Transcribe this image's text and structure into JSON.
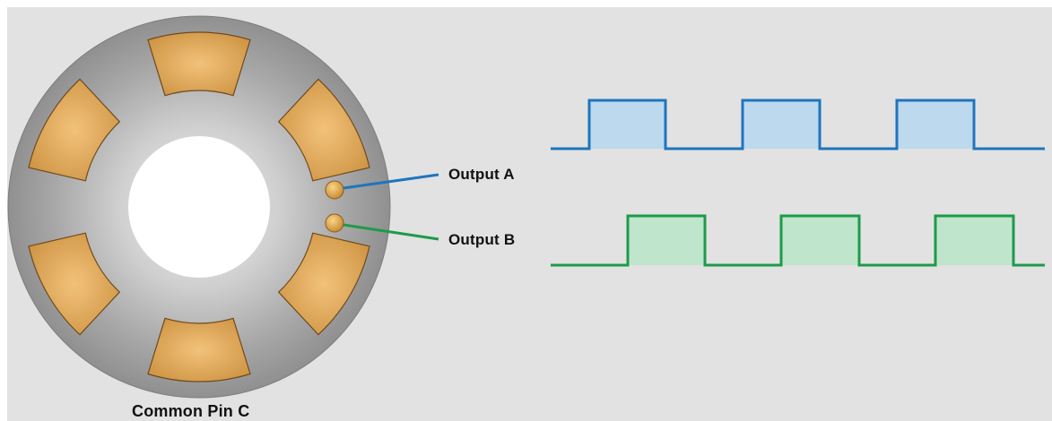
{
  "labels": {
    "output_a": "Output A",
    "output_b": "Output B",
    "common_pin": "Common Pin C"
  },
  "colors": {
    "background": "#e2e2e2",
    "disc_outer": "#9c9c9c",
    "disc_inner_highlight": "#cfcfcf",
    "pad": "#dca455",
    "pad_edge": "#6e4a1c",
    "contact": "#e2a743",
    "signal_a": "#1f75bd",
    "signal_a_fill": "#bcd9ee",
    "signal_b": "#1e9a4a",
    "signal_b_fill": "#bfe5cc"
  },
  "encoder": {
    "pad_count": 6,
    "contact_count": 2
  },
  "signals": [
    {
      "name": "Output A",
      "pulses": 3,
      "phase": "leading"
    },
    {
      "name": "Output B",
      "pulses": 3,
      "phase": "lagging"
    }
  ]
}
